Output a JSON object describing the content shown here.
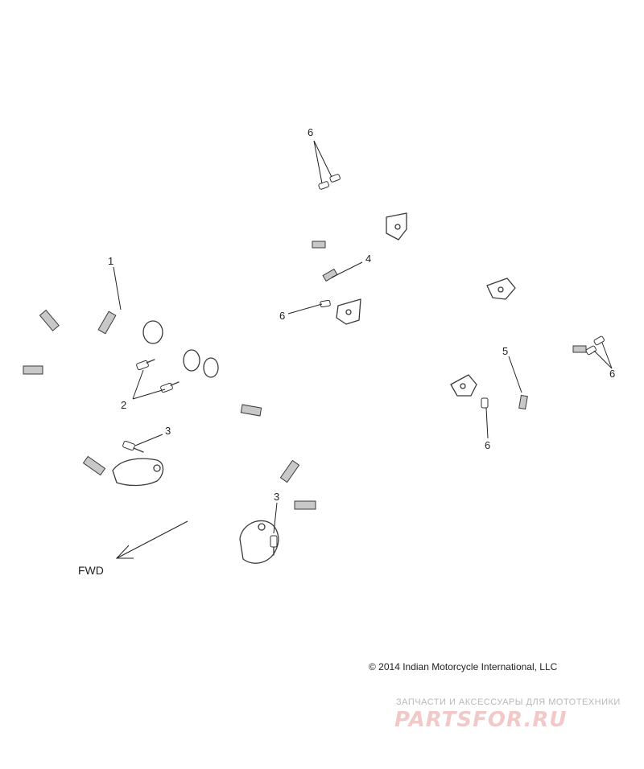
{
  "callouts": {
    "part1": "1",
    "part2": "2",
    "part3a": "3",
    "part3b": "3",
    "part4": "4",
    "part5": "5",
    "part6a": "6",
    "part6b": "6",
    "part6c": "6",
    "part6d": "6"
  },
  "direction_label": "FWD",
  "copyright": "© 2014 Indian Motorcycle International, LLC",
  "watermark": {
    "tagline": "ЗАПЧАСТИ И АКСЕССУАРЫ ДЛЯ МОТОТЕХНИКИ",
    "brand": "PARTSFOR.RU"
  },
  "colors": {
    "line": "#3a3a3a",
    "band": "#c8c8c8",
    "watermark": "#f2c9c9"
  }
}
